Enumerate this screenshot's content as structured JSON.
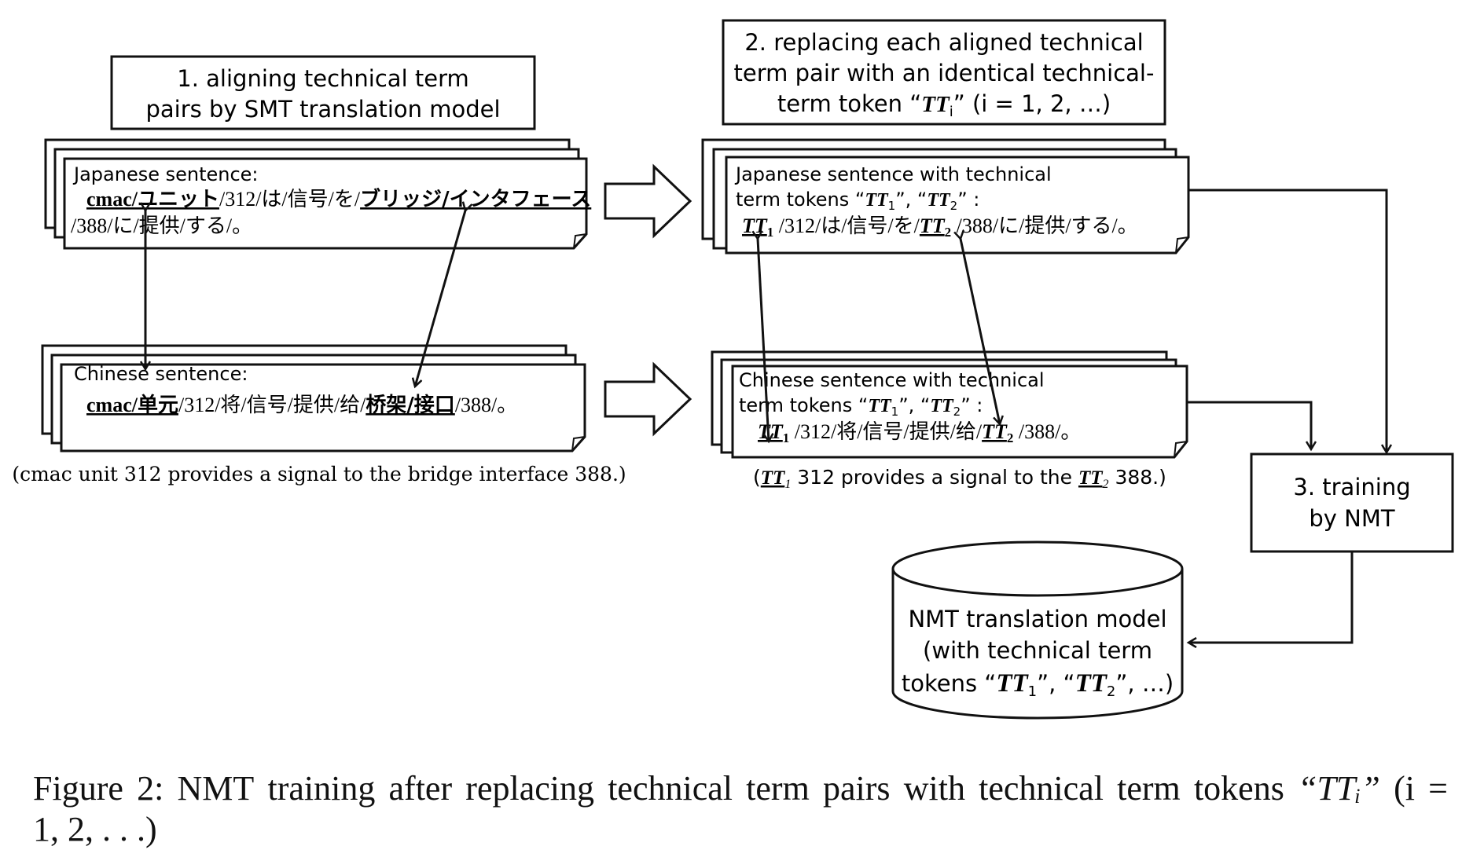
{
  "step1": {
    "line1": "1.  aligning technical term",
    "line2": "pairs by SMT translation model"
  },
  "step2": {
    "line1": "2.  replacing each aligned technical",
    "line2": "term pair with an identical technical-",
    "line3_pre": "term token “",
    "line3_tt": "TT",
    "line3_sub": "i",
    "line3_post": "” (i = 1, 2, …)"
  },
  "step3": {
    "line1": "3.  training",
    "line2": "by NMT"
  },
  "jp_left": {
    "label": "Japanese sentence:",
    "term1": "cmac/ユニット",
    "mid1": "/312/は/信号/を/",
    "term2": "ブリッジ/インタフェース",
    "line2": "/388/に/提供/する/。"
  },
  "zh_left": {
    "label": "Chinese sentence:",
    "term1": "cmac/单元",
    "mid1": "/312/将/信号/提供/给/",
    "term2": "桥架/接口",
    "tail": "/388/。"
  },
  "left_gloss": "(cmac unit 312 provides a signal to the bridge interface 388.)",
  "jp_right": {
    "label1": "Japanese sentence with technical",
    "label2_pre": "term tokens “",
    "tt": "TT",
    "sub1": "1",
    "sub2": "2",
    "label2_mid": "”, “",
    "label2_post": "” :",
    "mid": " /312/は/信号/を/",
    "tail": " /388/に/提供/する/。"
  },
  "zh_right": {
    "label1": "Chinese sentence with technical",
    "label2_pre": "term tokens “",
    "tt": "TT",
    "sub1": "1",
    "sub2": "2",
    "label2_mid": "”, “",
    "label2_post": "” :",
    "mid": " /312/将/信号/提供/给/",
    "tail": " /388/。"
  },
  "right_gloss": {
    "open": "(",
    "tt": "TT",
    "sub1": "1",
    "mid": " 312 provides a signal to the ",
    "sub2": "2",
    "close": " 388.)"
  },
  "nmt_model": {
    "line1": "NMT translation model",
    "line2": "(with technical term",
    "line3_pre": "tokens “",
    "tt": "TT",
    "sub1": "1",
    "sub2": "2",
    "line3_mid": "”, “",
    "line3_post": "”, …)"
  },
  "caption": {
    "line1_words": [
      "Figure",
      "2:",
      "NMT",
      "training",
      "after",
      "replacing",
      "technical",
      "term",
      "pairs",
      "with",
      "technical",
      "term",
      "tokens",
      "“TTᵢ”",
      "(i",
      "="
    ],
    "line2": "1, 2, . . .)"
  }
}
